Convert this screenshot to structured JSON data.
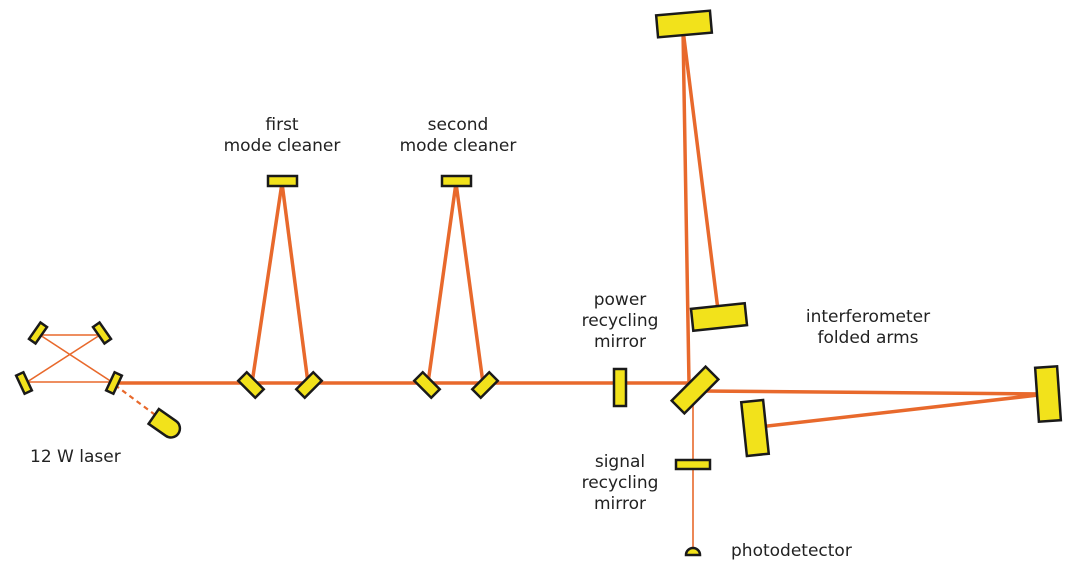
{
  "labels": {
    "first_mode_cleaner": [
      "first",
      "mode cleaner"
    ],
    "second_mode_cleaner": [
      "second",
      "mode cleaner"
    ],
    "power_recycling_mirror": [
      "power",
      "recycling",
      "mirror"
    ],
    "interferometer_folded_arms": [
      "interferometer",
      "folded arms"
    ],
    "laser": "12 W laser",
    "signal_recycling_mirror": [
      "signal",
      "recycling",
      "mirror"
    ],
    "photodetector": "photodetector"
  },
  "colors": {
    "beam": "#e8692c",
    "mirror_fill": "#f2e21b",
    "mirror_outline": "#1a1a1a",
    "text": "#222222"
  }
}
